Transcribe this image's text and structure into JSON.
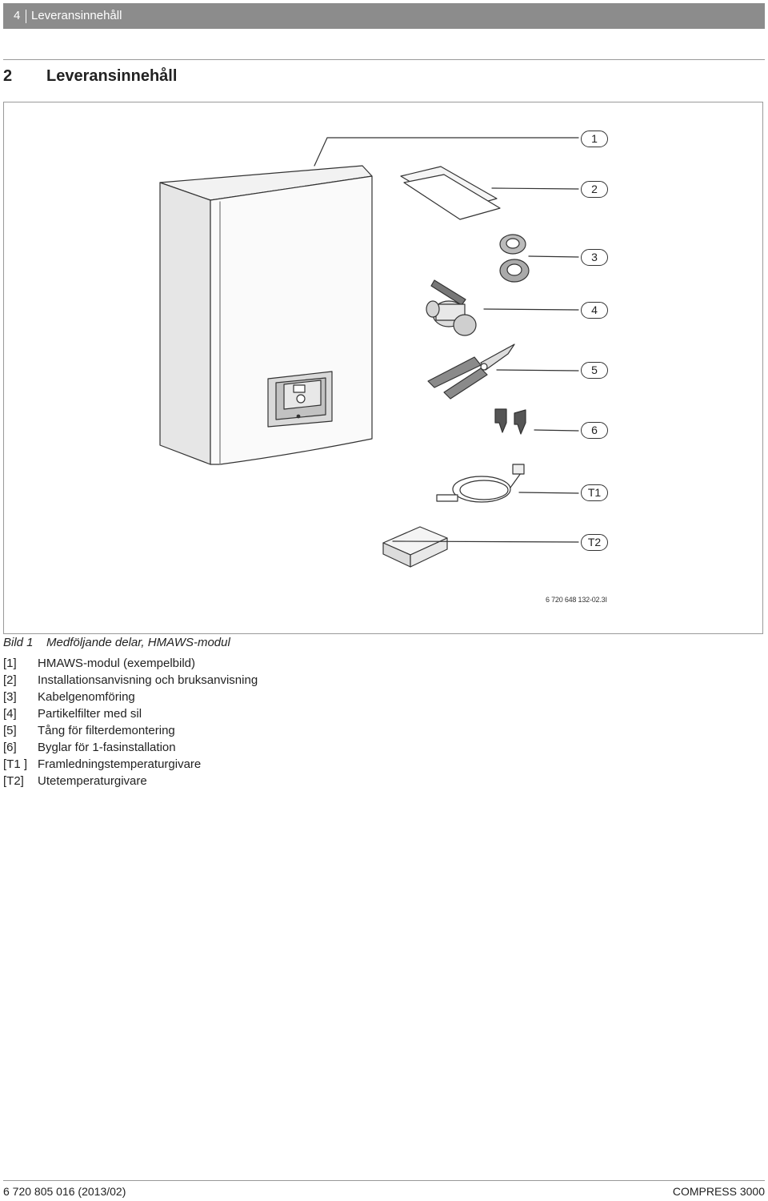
{
  "header": {
    "page_number": "4",
    "title": "Leveransinnehåll"
  },
  "section": {
    "number": "2",
    "title": "Leveransinnehåll"
  },
  "figure": {
    "callouts": [
      "1",
      "2",
      "3",
      "4",
      "5",
      "6",
      "T1",
      "T2"
    ],
    "code": "6 720 648 132-02.3I"
  },
  "caption": {
    "label": "Bild 1",
    "text": "Medföljande delar, HMAWS-modul"
  },
  "legend": [
    {
      "key": "[1]",
      "text": "HMAWS-modul (exempelbild)"
    },
    {
      "key": "[2]",
      "text": "Installationsanvisning och bruksanvisning"
    },
    {
      "key": "[3]",
      "text": "Kabelgenomföring"
    },
    {
      "key": "[4]",
      "text": "Partikelfilter med sil"
    },
    {
      "key": "[5]",
      "text": "Tång för filterdemontering"
    },
    {
      "key": "[6]",
      "text": "Byglar för 1-fasinstallation"
    },
    {
      "key": "[T1 ]",
      "text": "Framledningstemperaturgivare"
    },
    {
      "key": "[T2]",
      "text": "Utetemperaturgivare"
    }
  ],
  "footer": {
    "doc_number": "6 720 805 016 (2013/02)",
    "product": "COMPRESS 3000"
  }
}
